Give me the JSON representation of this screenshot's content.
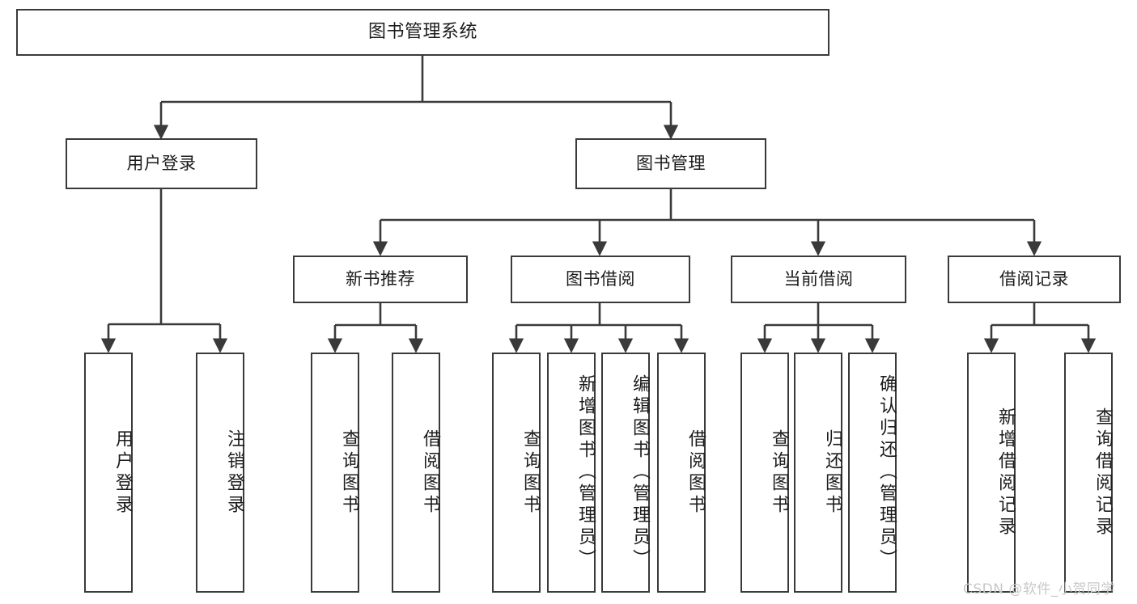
{
  "diagram": {
    "type": "hierarchy-tree",
    "title": "图书管理系统",
    "watermark": "CSDN @软件_小贺同学",
    "colors": {
      "box_border": "#3a3a3a",
      "box_fill": "#ffffff",
      "edge": "#3a3a3a",
      "text": "#1c1c1c",
      "watermark": "#c8c8c8"
    },
    "nodes": {
      "root": "图书管理系统",
      "level2": [
        "用户登录",
        "图书管理"
      ],
      "level3": [
        "新书推荐",
        "图书借阅",
        "当前借阅",
        "借阅记录"
      ],
      "leaves_user_login": [
        "用户登录",
        "注销登录"
      ],
      "leaves_new_book": [
        "查询图书",
        "借阅图书"
      ],
      "leaves_borrow": [
        "查询图书",
        "新增图书（管理员）",
        "编辑图书（管理员）",
        "借阅图书"
      ],
      "leaves_current": [
        "查询图书",
        "归还图书",
        "确认归还（管理员）"
      ],
      "leaves_record": [
        "新增借阅记录",
        "查询借阅记录"
      ]
    }
  }
}
